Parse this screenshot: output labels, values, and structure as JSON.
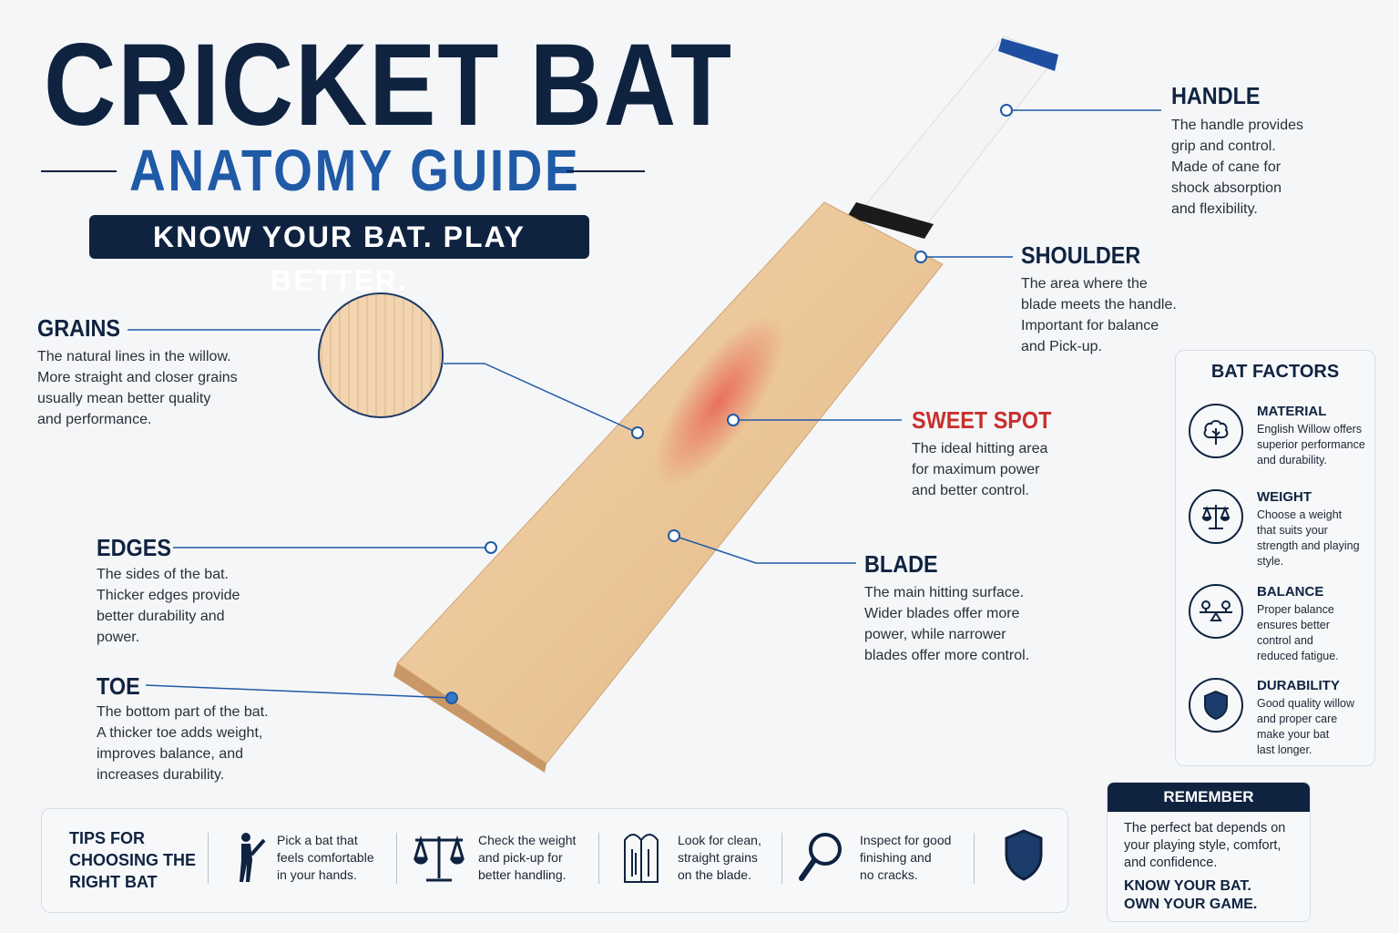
{
  "header": {
    "title": "CRICKET BAT",
    "subtitle": "ANATOMY GUIDE",
    "tagline": "KNOW YOUR BAT. PLAY BETTER."
  },
  "parts": {
    "handle": {
      "title": "HANDLE",
      "text": "The handle provides\ngrip and control.\nMade of cane for\nshock absorption\nand flexibility."
    },
    "shoulder": {
      "title": "SHOULDER",
      "text": "The area where the\nblade meets the handle.\nImportant for balance\nand Pick-up."
    },
    "grains": {
      "title": "GRAINS",
      "text": "The natural lines in the willow.\nMore straight and closer grains\nusually mean better quality\nand performance."
    },
    "sweet_spot": {
      "title": "SWEET SPOT",
      "text": "The ideal hitting area\nfor maximum power\nand better control."
    },
    "edges": {
      "title": "EDGES",
      "text": "The sides of the bat.\nThicker edges provide\nbetter durability and\npower."
    },
    "blade": {
      "title": "BLADE",
      "text": "The main hitting surface.\nWider blades offer more\npower, while narrower\nblades offer more control."
    },
    "toe": {
      "title": "TOE",
      "text": "The bottom part of the bat.\nA thicker toe adds weight,\nimproves balance, and\nincreases durability."
    }
  },
  "factors": {
    "title": "BAT FACTORS",
    "items": [
      {
        "title": "MATERIAL",
        "text": "English Willow offers\nsuperior performance\nand durability.",
        "icon": "tree-icon"
      },
      {
        "title": "WEIGHT",
        "text": "Choose a weight\nthat suits your\nstrength and playing\nstyle.",
        "icon": "scale-icon"
      },
      {
        "title": "BALANCE",
        "text": "Proper balance\nensures better\ncontrol and\nreduced fatigue.",
        "icon": "seesaw-icon"
      },
      {
        "title": "DURABILITY",
        "text": "Good quality willow\nand proper care\nmake your bat\nlast longer.",
        "icon": "shield-icon"
      }
    ]
  },
  "tips": {
    "title": "TIPS FOR\nCHOOSING THE\nRIGHT BAT",
    "items": [
      {
        "text": "Pick a bat that\nfeels comfortable\nin your hands.",
        "icon": "batsman-icon"
      },
      {
        "text": "Check the weight\nand pick-up for\nbetter handling.",
        "icon": "scale-icon"
      },
      {
        "text": "Look for clean,\nstraight grains\non the blade.",
        "icon": "grain-icon"
      },
      {
        "text": "Inspect for good\nfinishing and\nno cracks.",
        "icon": "magnifier-icon"
      }
    ]
  },
  "remember": {
    "title": "REMEMBER",
    "text": "The perfect bat depends on\nyour playing style, comfort,\nand confidence.",
    "slogan": "KNOW YOUR BAT.\nOWN YOUR GAME."
  },
  "colors": {
    "navy": "#0f2340",
    "blue": "#1f5aa6",
    "red": "#c8302c"
  }
}
